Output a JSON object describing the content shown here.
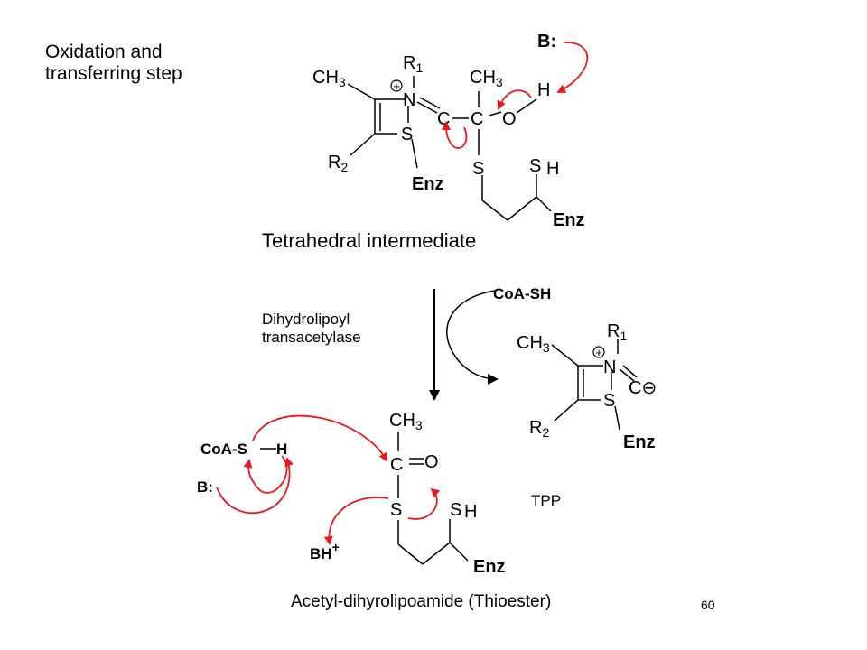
{
  "step_title_line1": "Oxidation and",
  "step_title_line2": "transferring step",
  "tetrahedral_caption": "Tetrahedral intermediate",
  "enzyme_line1": "Dihydrolipoyl",
  "enzyme_line2": "transacetylase",
  "tpp_label": "TPP",
  "thioester_caption": "Acetyl-dihyrolipoamide  (Thioester)",
  "page_number": "60",
  "atoms": {
    "ch3": "CH",
    "three": "3",
    "r": "R",
    "one": "1",
    "two": "2",
    "n": "N",
    "s": "S",
    "c": "C",
    "o": "O",
    "h": "H",
    "enz": "Enz",
    "base": "B:",
    "coa_sh": "CoA-SH",
    "coa_s": "CoA-S",
    "bh": "BH",
    "plus": "+",
    "sh": "SH",
    "carbanion": "C⊖"
  },
  "colors": {
    "arrow": "#e8191c",
    "ink": "#000000"
  }
}
